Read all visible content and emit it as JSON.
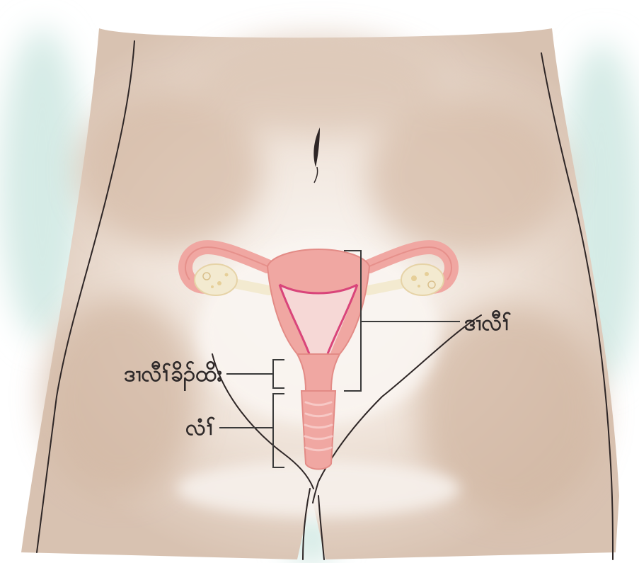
{
  "colors": {
    "background": "#ffffff",
    "skin_shadow": "#d9c3b4",
    "skin_light": "#f4ece6",
    "side_tint": "#d5ebe6",
    "outline": "#2e2626",
    "organ_fill": "#f0a7a2",
    "organ_outline": "#e38b86",
    "cavity_line": "#d9457a",
    "ovary_fill": "#f3ead0",
    "bracket": "#3a3a3a"
  },
  "labels": {
    "uterus": "ဒၢလီၢ်",
    "cervix": "ဒၢလီၢ်ခိၣ်ထိး",
    "vagina": "လံၢ်"
  },
  "icons": [
    "uterus-icon",
    "ovary-icon",
    "fallopian-tube-icon",
    "navel-icon"
  ]
}
